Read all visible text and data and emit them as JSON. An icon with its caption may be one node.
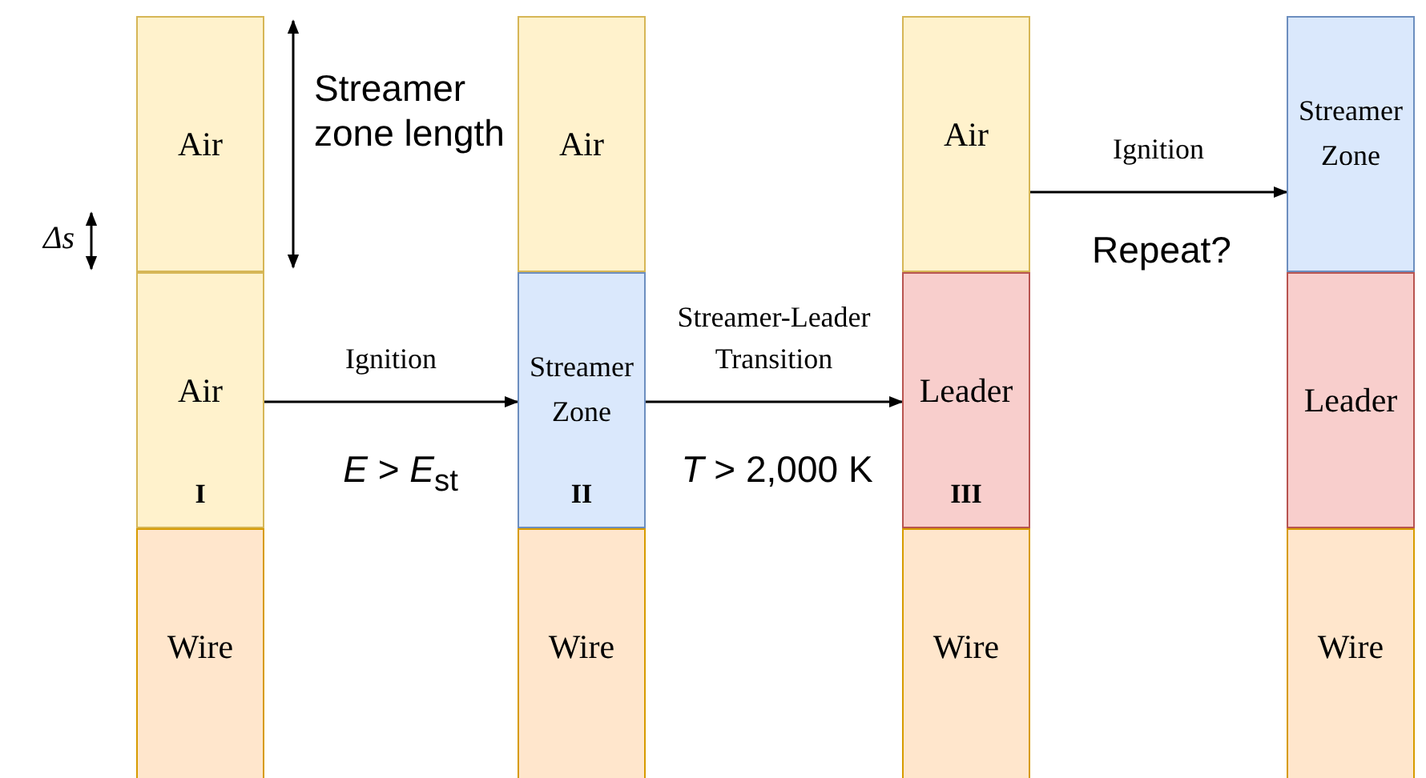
{
  "diagram": {
    "nodes": [
      {
        "text": [
          "Air"
        ]
      },
      {
        "text": [
          "Air",
          "I"
        ]
      },
      {
        "text": [
          "Wire"
        ]
      },
      {
        "text": [
          "Air"
        ]
      },
      {
        "text": [
          "Streamer Zone",
          "II"
        ]
      },
      {
        "text": [
          "Wire"
        ]
      },
      {
        "text": [
          "Air"
        ]
      },
      {
        "text": [
          "Leader",
          "III"
        ]
      },
      {
        "text": [
          "Wire"
        ]
      },
      {
        "text": [
          "Streamer Zone"
        ]
      },
      {
        "text": [
          "Leader"
        ]
      },
      {
        "text": [
          "Wire"
        ]
      }
    ],
    "edges": [
      {
        "from": 1,
        "to": 4,
        "arrow": "to",
        "label": "Ignition"
      },
      {
        "from": 4,
        "to": 7,
        "arrow": "to",
        "label": "Streamer-Leader Transition"
      },
      {
        "from": 6,
        "to": 9,
        "arrow": "to",
        "label": "Ignition"
      }
    ],
    "labels": [
      "Streamer zone length",
      "Δs",
      "*E* > *E*$_{st}$",
      "*T* > 2,000 K",
      "Repeat?"
    ]
  }
}
